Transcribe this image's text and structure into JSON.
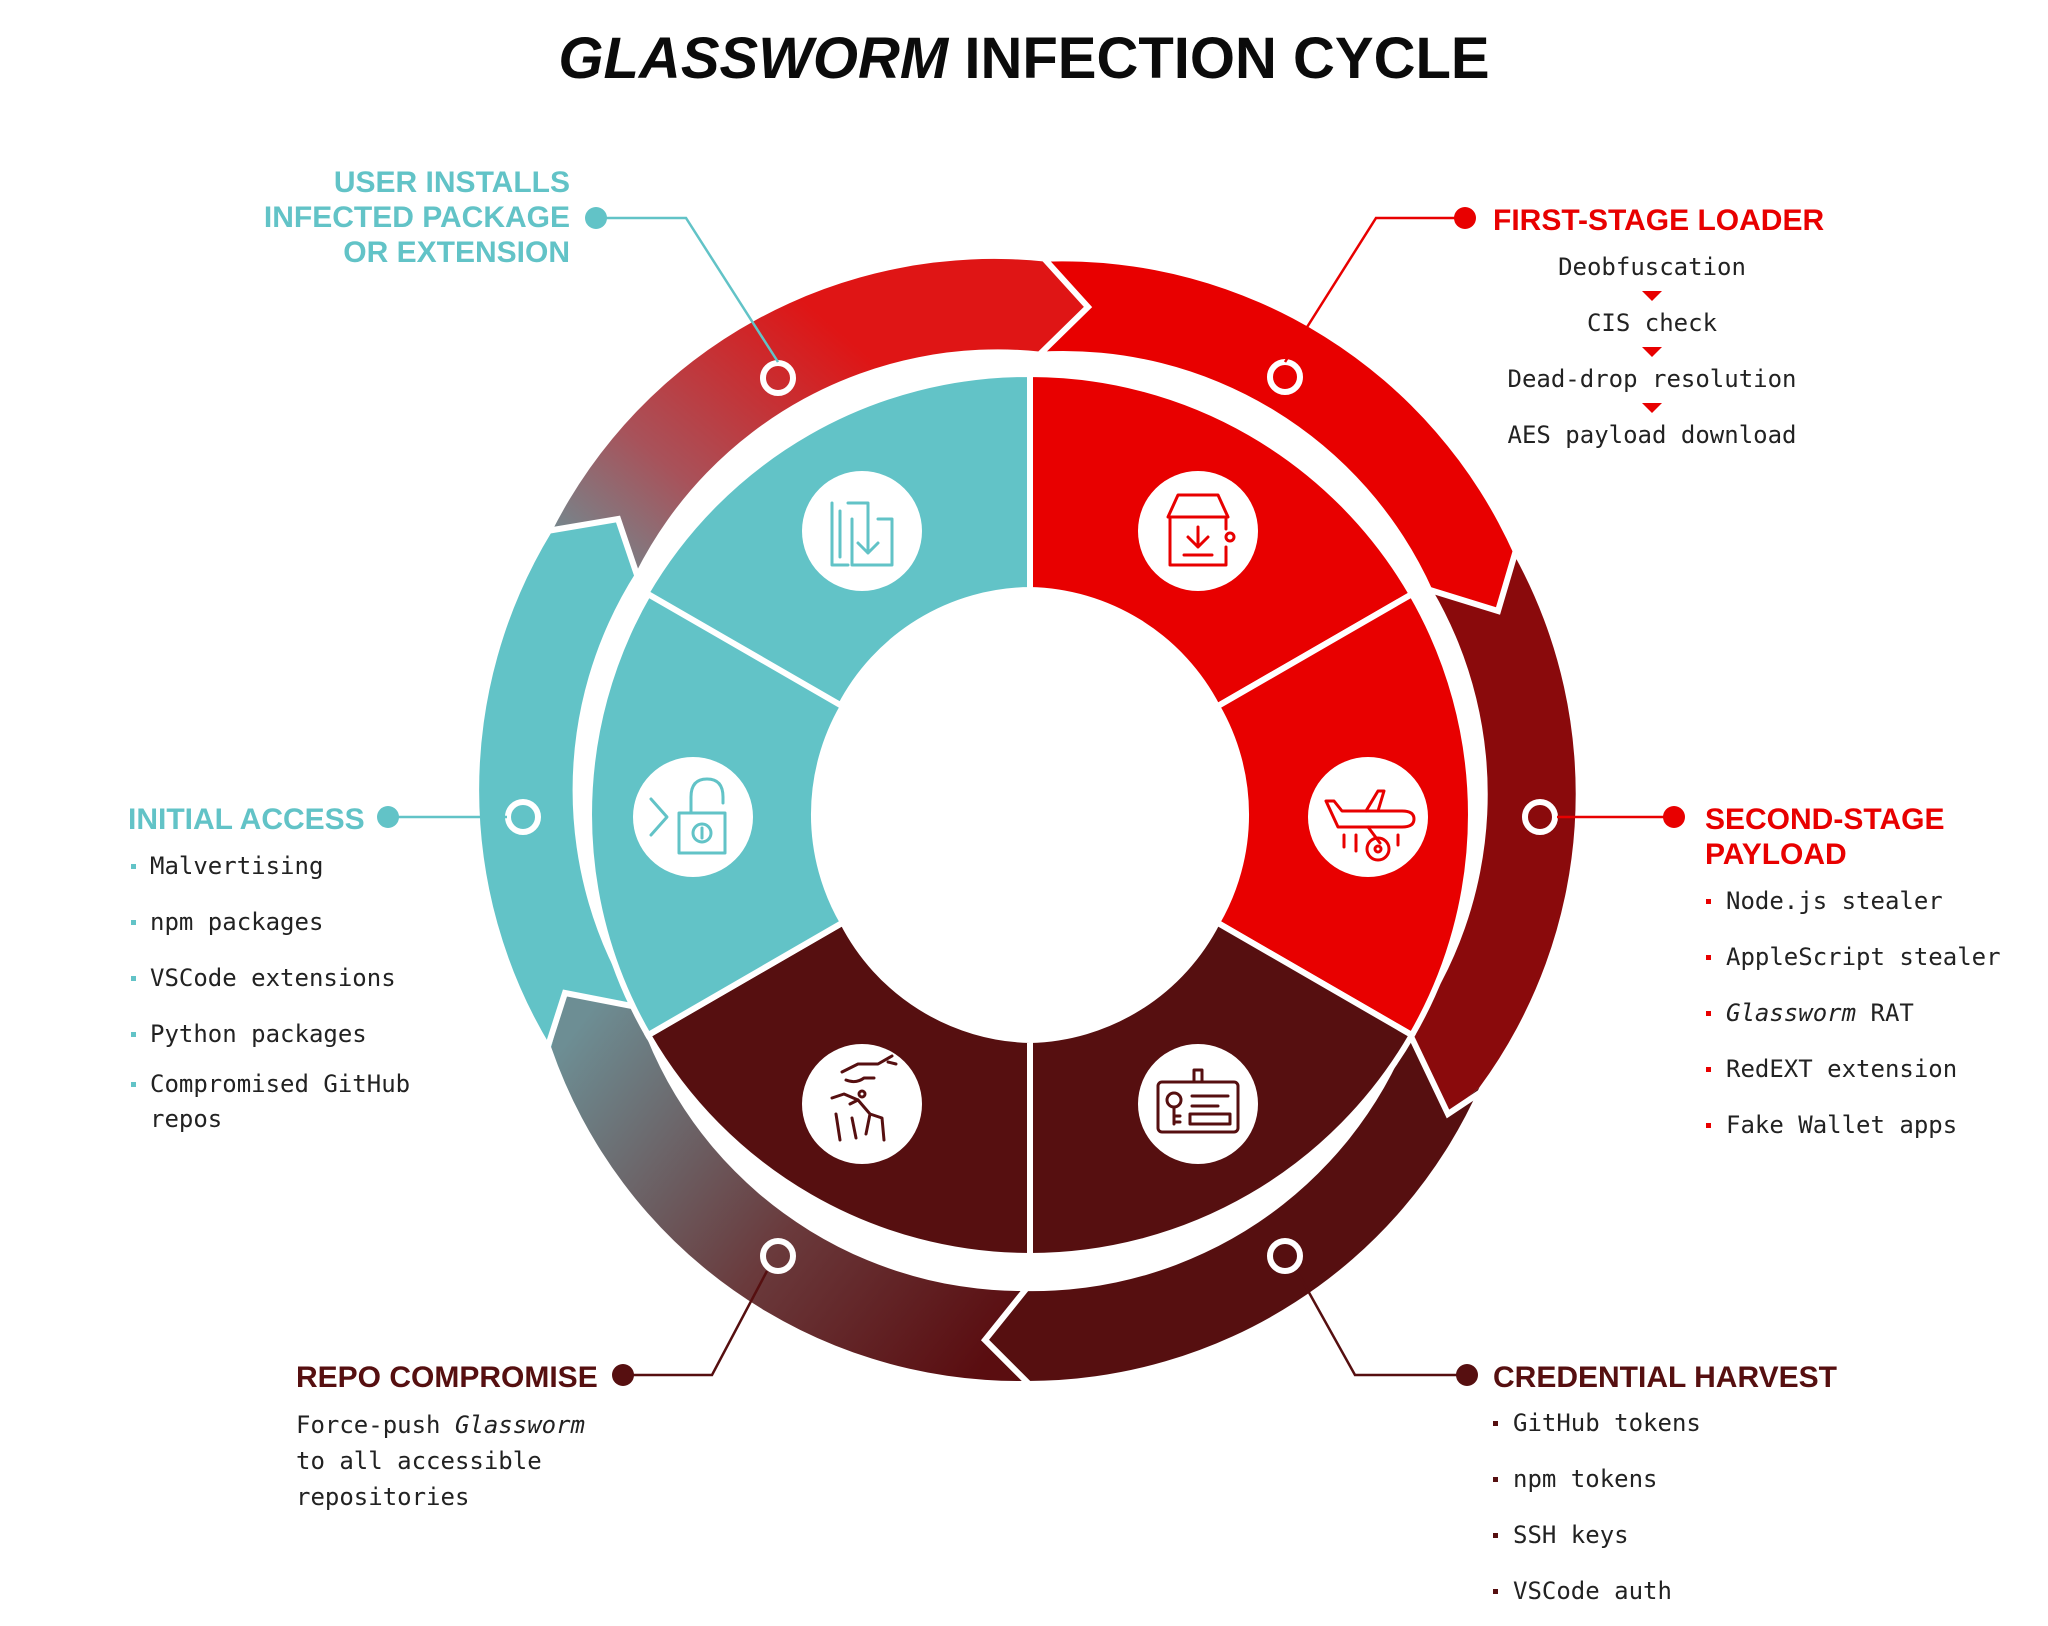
{
  "title": {
    "italic": "GLASSWORM",
    "rest": " INFECTION CYCLE"
  },
  "colors": {
    "teal": "#62c3c7",
    "red": "#e80000",
    "dark_red": "#8a0a0c",
    "maroon": "#560f10",
    "grey": "#6b6b6b",
    "text": "#222222"
  },
  "stages": {
    "user_installs": {
      "lines": [
        "USER INSTALLS",
        "INFECTED PACKAGE",
        "OR EXTENSION"
      ],
      "icon": "file-download-icon"
    },
    "first_stage": {
      "heading": "FIRST-STAGE LOADER",
      "steps": [
        "Deobfuscation",
        "CIS check",
        "Dead-drop resolution",
        "AES payload download"
      ],
      "icon": "package-download-icon"
    },
    "second_stage": {
      "heading_lines": [
        "SECOND-STAGE",
        "PAYLOAD"
      ],
      "items": [
        "Node.js stealer",
        "AppleScript stealer",
        "RAT",
        "RedEXT extension",
        "Fake Wallet apps"
      ],
      "rat_italic": "Glassworm",
      "icon": "biohazard-plane-icon"
    },
    "credential_harvest": {
      "heading": "CREDENTIAL HARVEST",
      "items": [
        "GitHub tokens",
        "npm tokens",
        "SSH keys",
        "VSCode auth"
      ],
      "icon": "id-card-key-icon"
    },
    "repo_compromise": {
      "heading": "REPO COMPROMISE",
      "line1_pre": "Force-push ",
      "line1_italic": "Glassworm",
      "lines": [
        "to all accessible",
        "repositories"
      ],
      "icon": "hand-grab-icon"
    },
    "initial_access": {
      "heading": "INITIAL ACCESS",
      "items": [
        "Malvertising",
        "npm packages",
        "VSCode extensions",
        "Python packages",
        "Compromised GitHub"
      ],
      "item5_cont": "repos",
      "icon": "padlock-open-icon"
    }
  }
}
